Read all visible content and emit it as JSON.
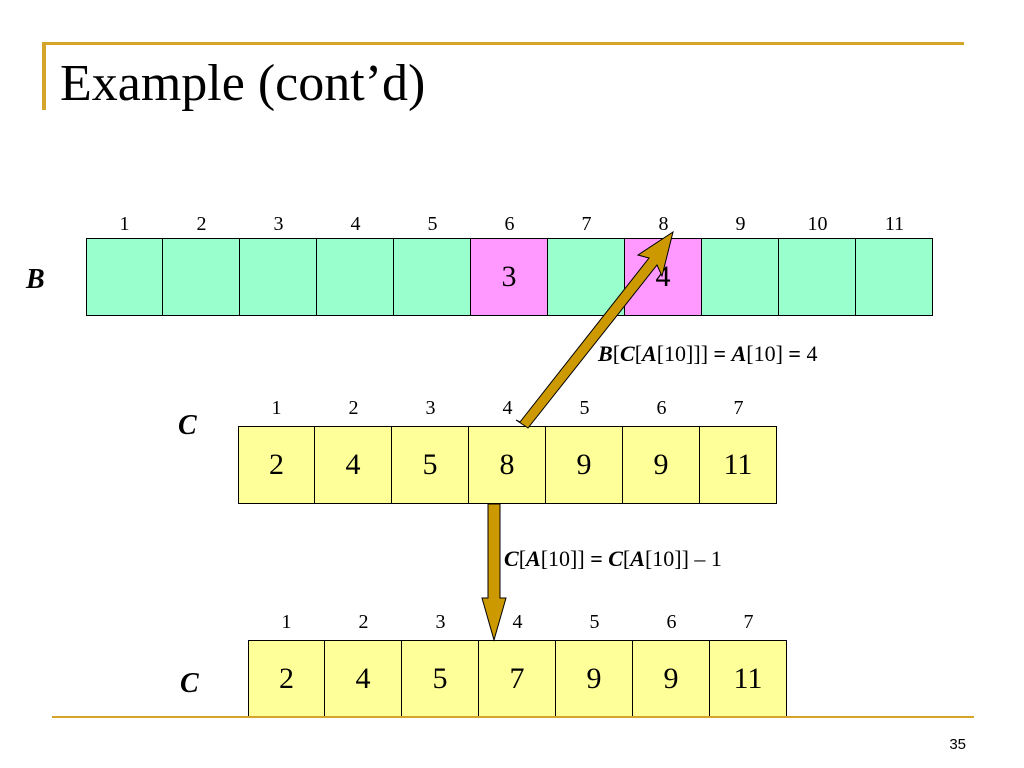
{
  "title": "Example (cont’d)",
  "colors": {
    "accent": "#d4a52a",
    "b_cell": "#99ffcc",
    "b_highlight": "#ff99ff",
    "c_cell": "#ffff99",
    "arrow": "#cc9900"
  },
  "array_b": {
    "label": "B",
    "indices": [
      "1",
      "2",
      "3",
      "4",
      "5",
      "6",
      "7",
      "8",
      "9",
      "10",
      "11"
    ],
    "values": [
      "",
      "",
      "",
      "",
      "",
      "3",
      "",
      "4",
      "",
      "",
      ""
    ],
    "highlighted": [
      6,
      8
    ]
  },
  "array_c_before": {
    "label": "C",
    "indices": [
      "1",
      "2",
      "3",
      "4",
      "5",
      "6",
      "7"
    ],
    "values": [
      "2",
      "4",
      "5",
      "8",
      "9",
      "9",
      "11"
    ]
  },
  "array_c_after": {
    "label": "C",
    "indices": [
      "1",
      "2",
      "3",
      "4",
      "5",
      "6",
      "7"
    ],
    "values": [
      "2",
      "4",
      "5",
      "7",
      "9",
      "9",
      "11"
    ]
  },
  "formula_top": {
    "p1": "B",
    "p2": "[",
    "p3": "C",
    "p4": "[",
    "p5": "A",
    "p6": "[10]]] ",
    "p7": "=",
    "p8": " ",
    "p9": "A",
    "p10": "[10] ",
    "p11": "=",
    "p12": " 4"
  },
  "formula_bottom": {
    "p1": "C",
    "p2": "[",
    "p3": "A",
    "p4": "[10]] ",
    "p5": "=",
    "p6": " ",
    "p7": "C",
    "p8": "[",
    "p9": "A",
    "p10": "[10]] – 1"
  },
  "page_number": "35"
}
